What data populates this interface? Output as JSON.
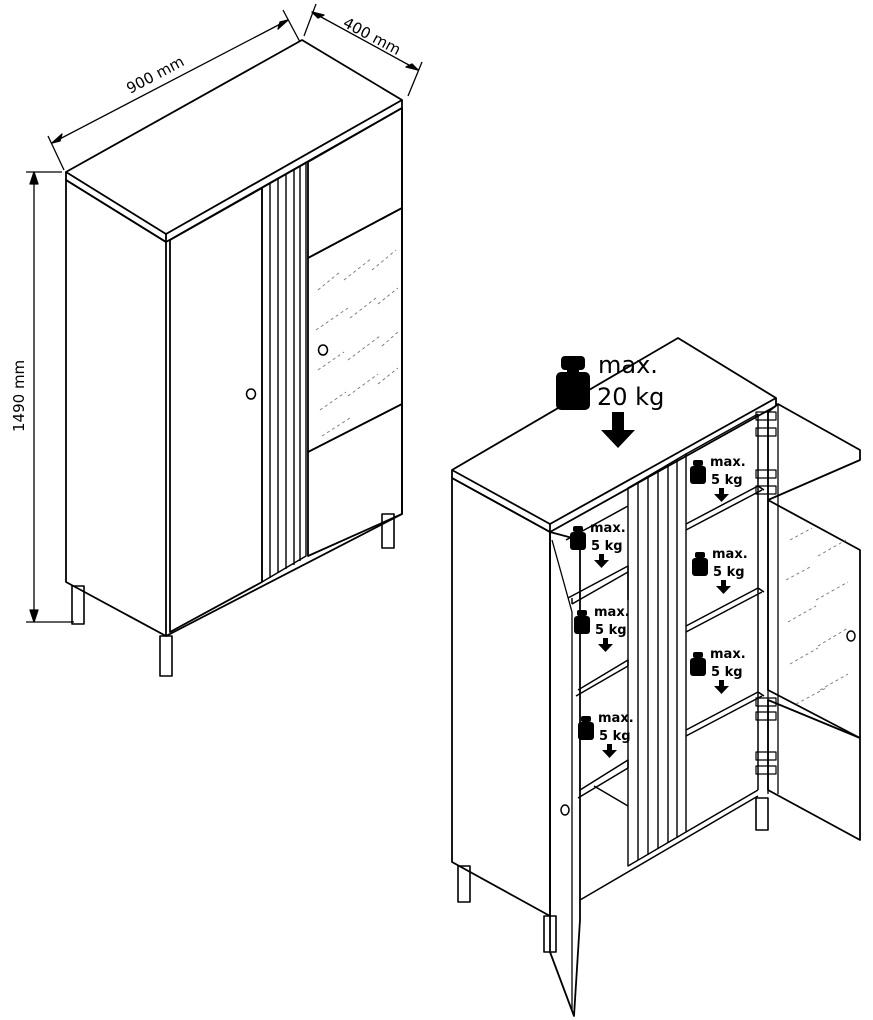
{
  "dimensions": {
    "width": "900 mm",
    "depth": "400 mm",
    "height": "1490 mm"
  },
  "top_load": {
    "line1": "max.",
    "line2": "20 kg"
  },
  "shelf_loads": [
    {
      "line1": "max.",
      "line2": "5 kg"
    },
    {
      "line1": "max.",
      "line2": "5 kg"
    },
    {
      "line1": "max.",
      "line2": "5 kg"
    },
    {
      "line1": "max.",
      "line2": "5 kg"
    },
    {
      "line1": "max.",
      "line2": "5 kg"
    },
    {
      "line1": "max.",
      "line2": "5 kg"
    }
  ],
  "icons": {
    "weight": "weight-icon",
    "arrow": "arrow-down-icon"
  }
}
